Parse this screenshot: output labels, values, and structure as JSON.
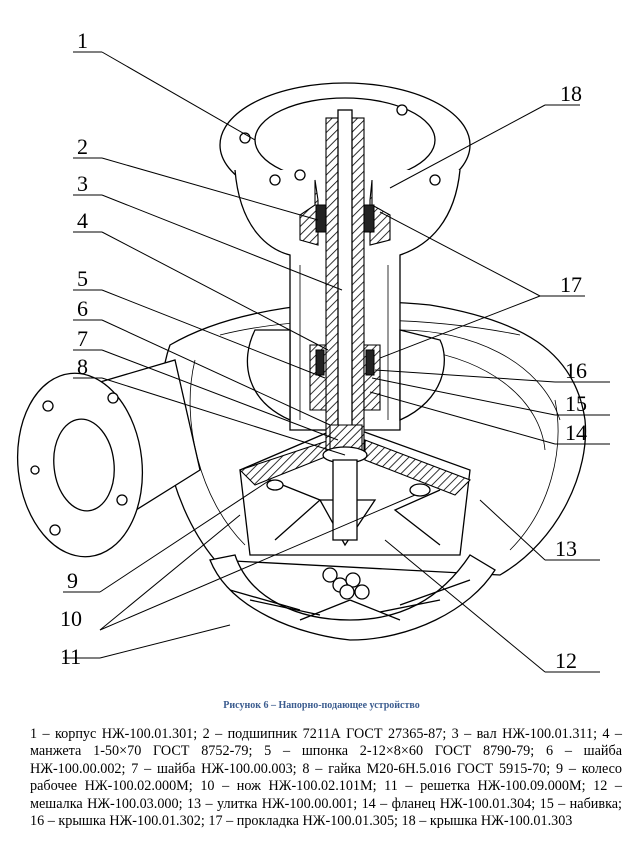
{
  "figure": {
    "caption": "Рисунок 6 – Напорно-подающее устройство",
    "callouts": [
      "1",
      "2",
      "3",
      "4",
      "5",
      "6",
      "7",
      "8",
      "9",
      "10",
      "11",
      "12",
      "13",
      "14",
      "15",
      "16",
      "17",
      "18"
    ]
  },
  "legend_text": "1 – корпус НЖ-100.01.301; 2 – подшипник 7211А ГОСТ 27365-87; 3 – вал НЖ-100.01.311; 4 – манжета 1-50×70 ГОСТ 8752-79; 5 – шпонка 2-12×8×60 ГОСТ 8790-79; 6 – шайба НЖ-100.00.002; 7 – шайба НЖ-100.00.003; 8 – гайка М20-6Н.5.016 ГОСТ 5915-70; 9 – колесо рабочее НЖ-100.02.000М; 10 – нож НЖ-100.02.101М; 11 – решетка НЖ-100.09.000М; 12 – мешалка НЖ-100.03.000; 13 – улитка НЖ-100.00.001; 14 – фланец НЖ-100.01.304; 15 – набивка; 16 – крышка НЖ-100.01.302; 17 – прокладка НЖ-100.01.305; 18 – крышка НЖ-100.01.303"
}
